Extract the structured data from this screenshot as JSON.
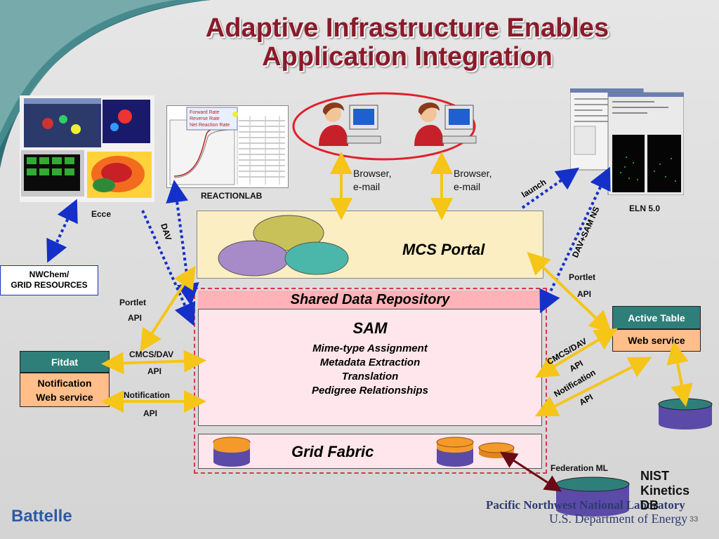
{
  "title": {
    "line1": "Adaptive Infrastructure Enables",
    "line2": "Application Integration"
  },
  "apps": {
    "ecce": "Ecce",
    "reactionlab": "REACTIONLAB",
    "eln": "ELN 5.0",
    "reaction_plot_legend": [
      "Forward Rate",
      "Reverse Rate",
      "Net Reaction Rate"
    ]
  },
  "nwchem": {
    "line1": "NWChem/",
    "line2": "GRID RESOURCES"
  },
  "browser1": {
    "line1": "Browser,",
    "line2": "e-mail"
  },
  "browser2": {
    "line1": "Browser,",
    "line2": "e-mail"
  },
  "portal": {
    "label": "MCS Portal"
  },
  "repository": {
    "label": "Shared Data Repository"
  },
  "sam": {
    "title": "SAM",
    "items": [
      "Mime-type Assignment",
      "Metadata Extraction",
      "Translation",
      "Pedigree Relationships"
    ]
  },
  "grid": {
    "label": "Grid Fabric"
  },
  "fitdat": {
    "title": "Fitdat",
    "line1": "Notification",
    "line2": "Web service"
  },
  "active_table": {
    "title": "Active Table",
    "service": "Web service"
  },
  "connector_labels": {
    "dav": "DAV",
    "dav_sam_ns": "DAV+SAM NS",
    "launch": "launch",
    "portlet_left_1": "Portlet",
    "portlet_left_2": "API",
    "portlet_right_1": "Portlet",
    "portlet_right_2": "API",
    "cmcs_left_1": "CMCS/DAV",
    "cmcs_left_2": "API",
    "notif_left_1": "Notification",
    "notif_left_2": "API",
    "cmcs_right_1": "CMCS/DAV",
    "cmcs_right_2": "API",
    "notif_right_1": "Notification",
    "notif_right_2": "API",
    "federation": "Federation ML"
  },
  "nist": {
    "line1": "NIST",
    "line2": "Kinetics",
    "line3": "DB"
  },
  "footer": {
    "battelle": "Battelle",
    "pnnl": "Pacific Northwest National Laboratory",
    "doe": "U.S. Department of Energy",
    "page": "33"
  },
  "colors": {
    "title": "#8b1a2a",
    "teal": "#2e7f7a",
    "portal_fill": "#fbeec2",
    "repo_fill": "#ffb3b8",
    "sam_fill": "#ffe6ec",
    "grid_fill": "#ffe6ec",
    "box_orange": "#ffbe8a",
    "arrow_yellow": "#f5c518",
    "arrow_blue": "#1530c8",
    "oval_red": "#e0202a"
  }
}
